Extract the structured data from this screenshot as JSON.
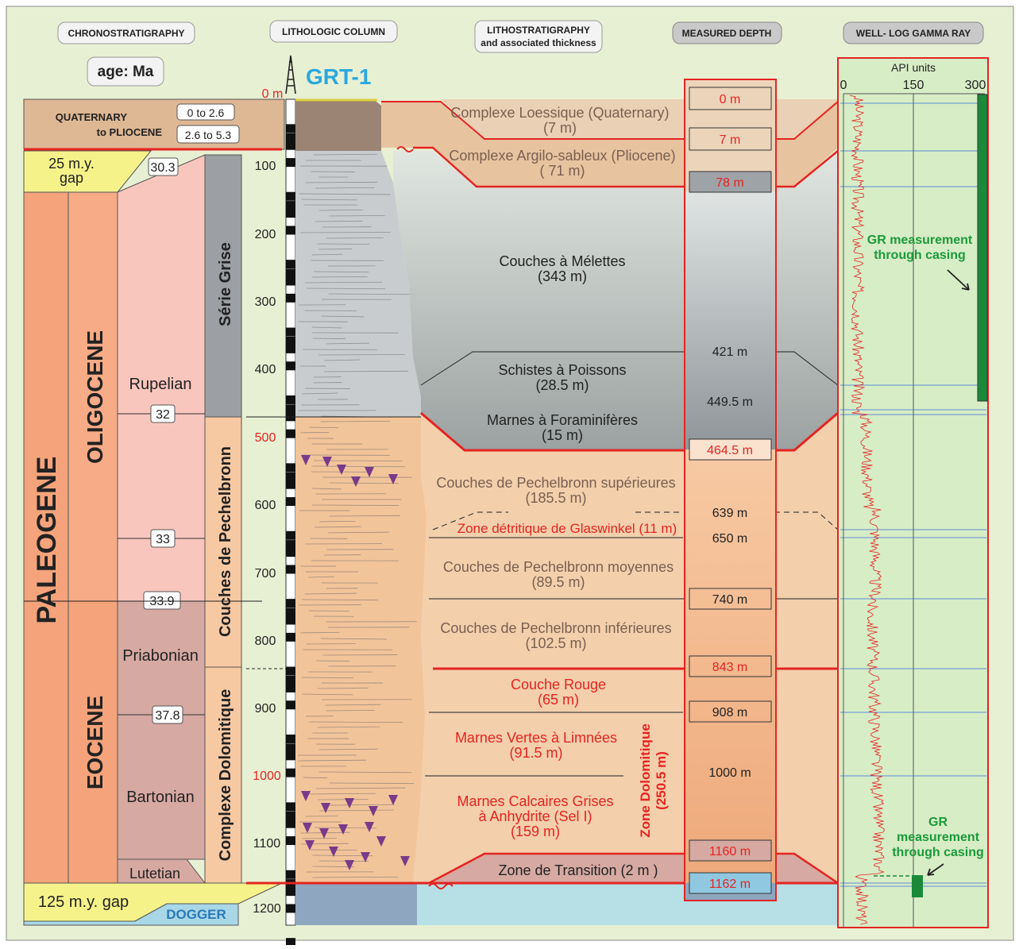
{
  "headers": {
    "chrono": "CHRONOSTRATIGRAPHY",
    "litho_col": "LITHOLOGIC COLUMN",
    "lithostrat_1": "LITHOSTRATIGRAPHY",
    "lithostrat_2": "and associated thickness",
    "depth": "MEASURED DEPTH",
    "gamma": "WELL- LOG GAMMA RAY"
  },
  "age_label": "age: Ma",
  "well_name": "GRT-1",
  "chrono": {
    "quaternary_1": "QUATERNARY",
    "quaternary_2": "to PLIOCENE",
    "ages_top": [
      "0 to 2.6",
      "2.6 to 5.3"
    ],
    "gap_top_1": "25 m.y.",
    "gap_top_2": "gap",
    "era": "PALEOGENE",
    "epochs": [
      "OLIGOCENE",
      "EOCENE"
    ],
    "stages": [
      "Rupelian",
      "Priabonian",
      "Bartonian",
      "Lutetian"
    ],
    "ages": [
      "30.3",
      "32",
      "33",
      "33.9",
      "37.8"
    ],
    "formations": [
      "Série Grise",
      "Couches de Pechelbronn",
      "Complexe Dolomitique"
    ],
    "gap_bottom": "125 m.y. gap",
    "dogger": "DOGGER"
  },
  "depth_ticks": [
    "0 m",
    "100",
    "200",
    "300",
    "400",
    "500",
    "600",
    "700",
    "800",
    "900",
    "1000",
    "1100",
    "1200"
  ],
  "units": [
    {
      "name": "Complexe Loessique (Quaternary)",
      "thickness": "(7 m)"
    },
    {
      "name": "Complexe Argilo-sableux (Pliocene)",
      "thickness": "( 71 m)"
    },
    {
      "name": "Couches à Mélettes",
      "thickness": "(343 m)"
    },
    {
      "name": "Schistes à Poissons",
      "thickness": "(28.5 m)"
    },
    {
      "name": "Marnes à Foraminifères",
      "thickness": "(15 m)"
    },
    {
      "name": "Couches de Pechelbronn supérieures",
      "thickness": "(185.5 m)"
    },
    {
      "name": "Zone détritique de Glaswinkel (11 m)",
      "thickness": ""
    },
    {
      "name": "Couches de Pechelbronn moyennes",
      "thickness": "(89.5 m)"
    },
    {
      "name": "Couches de Pechelbronn inférieures",
      "thickness": "(102.5 m)"
    },
    {
      "name": "Couche Rouge",
      "thickness": "(65 m)"
    },
    {
      "name": "Marnes Vertes à Limnées",
      "thickness": "(91.5 m)"
    },
    {
      "name": "Marnes Calcaires Grises",
      "thickness": "à Anhydrite (Sel I)",
      "extra": "(159 m)"
    },
    {
      "name": "Zone de Transition (2 m )",
      "thickness": ""
    }
  ],
  "zone_dolomitique_1": "Zone Dolomitique",
  "zone_dolomitique_2": "(250.5 m)",
  "depths": [
    "0 m",
    "7 m",
    "78 m",
    "421 m",
    "449.5 m",
    "464.5 m",
    "639 m",
    "650 m",
    "740 m",
    "843 m",
    "908 m",
    "1000 m",
    "1160 m",
    "1162 m"
  ],
  "gamma": {
    "api_label": "API units",
    "ticks": [
      "0",
      "150",
      "300"
    ],
    "casing_note_1a": "GR measurement",
    "casing_note_1b": "through casing",
    "casing_note_2a": "GR",
    "casing_note_2b": "measurement",
    "casing_note_2c": "through casing"
  },
  "colors": {
    "red": "#e52421",
    "tan": "#e8c3a0",
    "grey": "#a8acb0",
    "orange": "#f4a37b",
    "pink": "#f9c6bd",
    "mauve": "#d6a9a2",
    "yellow": "#f5f28a",
    "green_bg": "#d7edc6",
    "blue_dogger": "#a8d8e8",
    "gr_green": "#1a8a3a"
  }
}
